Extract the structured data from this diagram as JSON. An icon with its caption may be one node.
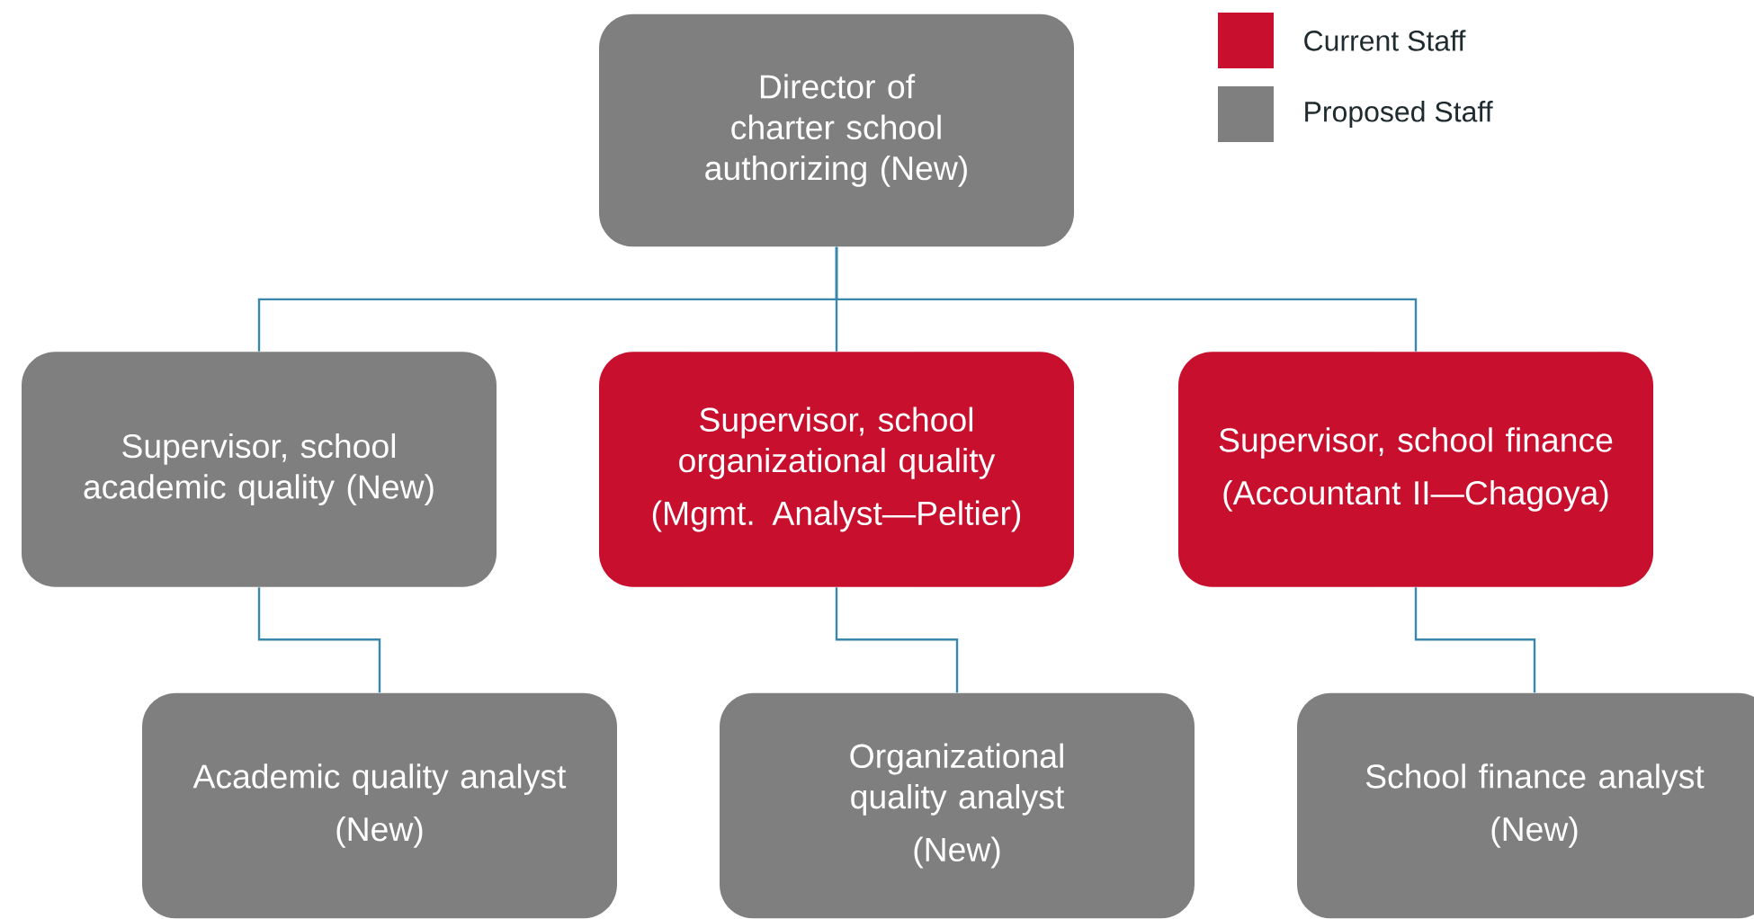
{
  "diagram": {
    "nodes": [
      {
        "text": [
          "Director of charter school authorizing (New)"
        ]
      },
      {
        "text": [
          "Supervisor, school academic quality (New)"
        ]
      },
      {
        "text": [
          "Supervisor, school organizational quality",
          "(Mgmt. Analyst—Peltier)"
        ]
      },
      {
        "text": [
          "Supervisor, school finance",
          "(Accountant II—Chagoya)"
        ]
      },
      {
        "text": [
          "Academic quality analyst",
          "(New)"
        ]
      },
      {
        "text": [
          "Organizational quality analyst",
          "(New)"
        ]
      },
      {
        "text": [
          "School finance analyst",
          "(New)"
        ]
      }
    ],
    "edges": [
      {
        "from": 0,
        "to": 1,
        "arrow": "none"
      },
      {
        "from": 0,
        "to": 2,
        "arrow": "none"
      },
      {
        "from": 0,
        "to": 3,
        "arrow": "none"
      },
      {
        "from": 1,
        "to": 4,
        "arrow": "none"
      },
      {
        "from": 2,
        "to": 5,
        "arrow": "none"
      },
      {
        "from": 3,
        "to": 6,
        "arrow": "none"
      }
    ],
    "legend": [
      {
        "text": "Current Staff",
        "color": "#c8102e"
      },
      {
        "text": "Proposed Staff",
        "color": "#7f7f7f"
      }
    ]
  }
}
